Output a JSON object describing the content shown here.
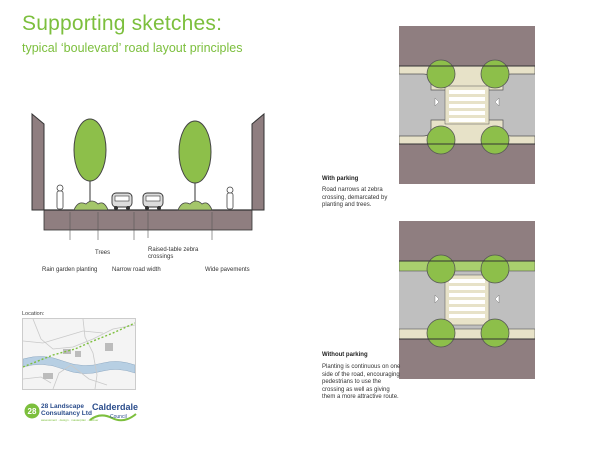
{
  "header": {
    "title": "Supporting sketches:",
    "subtitle": "typical ‘boulevard’ road layout principles"
  },
  "section_labels": {
    "trees": "Trees",
    "raised_table": "Raised-table zebra crossings",
    "rain_garden": "Rain garden planting",
    "narrow_road": "Narrow road width",
    "wide_pavements": "Wide pavements"
  },
  "location": {
    "label": "Location:"
  },
  "logos": {
    "consultancy_mark": "28",
    "consultancy_name": "28 Landscape Consultancy Ltd",
    "consultancy_line1": "28 Landscape",
    "consultancy_line2": "Consultancy Ltd",
    "consultancy_tagline": "assessment · design · masterplan · adviser",
    "council_name": "Calderdale",
    "council_word": "Council"
  },
  "plans": {
    "with_parking": {
      "heading": "With parking",
      "body": "Road narrows at zebra crossing, demarcated by planting and trees."
    },
    "without_parking": {
      "heading": "Without parking",
      "body": "Planting is continuous on one side of the road, encouraging pedestrians to use the crossing as well as giving them a more attractive route."
    }
  },
  "colors": {
    "accent_green": "#7cbf3d",
    "tree_green": "#8dbf4a",
    "building_brown": "#8f7e80",
    "road_grey": "#bfbfbf",
    "pavement_beige": "#e7e2c8",
    "brand_blue": "#2b4d8c"
  }
}
